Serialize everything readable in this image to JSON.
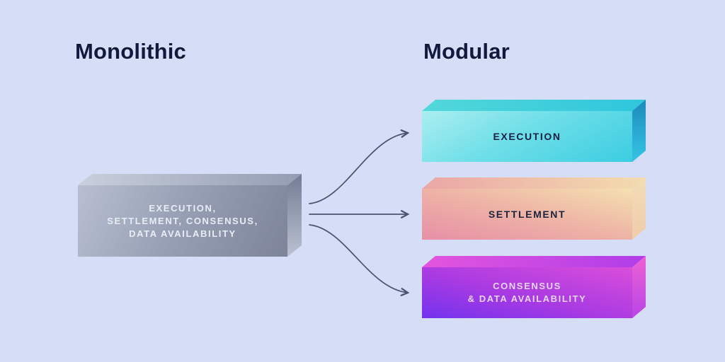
{
  "titles": {
    "monolithic": "Monolithic",
    "modular": "Modular"
  },
  "monolithic": {
    "label": "EXECUTION,\nSETTLEMENT, CONSENSUS,\nDATA AVAILABILITY",
    "face_colors": {
      "front": [
        "#b7bfd0",
        "#7d8499"
      ],
      "top": [
        "#c9cfdc",
        "#939db2"
      ],
      "side": [
        "#747c94",
        "#bac1d1"
      ]
    },
    "text_color": "#e8ecf5"
  },
  "modular": {
    "boxes": [
      {
        "id": "execution",
        "label": "EXECUTION",
        "face_colors": {
          "front": [
            "#abeef0",
            "#3ccde2"
          ],
          "top": [
            "#52d8da",
            "#2fc6dc"
          ],
          "side": [
            "#1c89b8",
            "#35c2e0"
          ]
        },
        "text_color": "#152040"
      },
      {
        "id": "settlement",
        "label": "SETTLEMENT",
        "face_colors": {
          "front": [
            "#e78fa7",
            "#f4e0b0"
          ],
          "top": [
            "#eaa6a6",
            "#f3dcae"
          ],
          "side": [
            "#f3ddb6",
            "#efccab"
          ]
        },
        "text_color": "#1c2440"
      },
      {
        "id": "consensus-data-availability",
        "label": "CONSENSUS\n& DATA AVAILABILITY",
        "face_colors": {
          "front": [
            "#7233ee",
            "#da4eda"
          ],
          "top": [
            "#e355de",
            "#b03ee8"
          ],
          "side": [
            "#ee61d4",
            "#b845e6"
          ]
        },
        "text_color": "#e4d5f1"
      }
    ]
  },
  "arrows": {
    "color": "#4a546f",
    "targets": [
      "execution",
      "settlement",
      "consensus-data-availability"
    ]
  },
  "colors": {
    "background": "#d5ddf7",
    "title": "#111a3c"
  }
}
